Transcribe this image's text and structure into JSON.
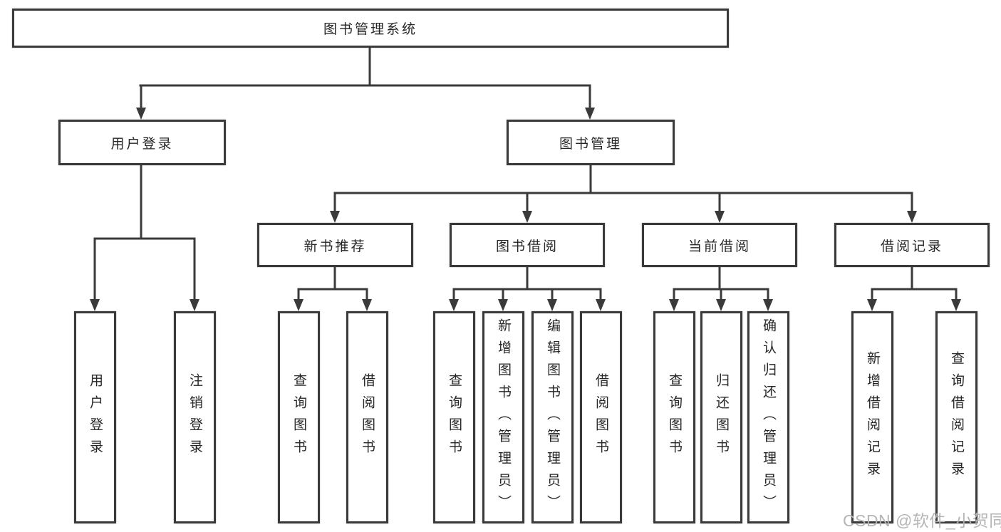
{
  "nodes": {
    "root": {
      "label": "图书管理系统"
    },
    "level2": [
      {
        "id": "user-login",
        "label": "用户登录"
      },
      {
        "id": "book-management",
        "label": "图书管理"
      }
    ],
    "level3": [
      {
        "id": "new-book-recommend",
        "label": "新书推荐",
        "parent": "图书管理"
      },
      {
        "id": "book-borrowing",
        "label": "图书借阅",
        "parent": "图书管理"
      },
      {
        "id": "current-borrowing",
        "label": "当前借阅",
        "parent": "图书管理"
      },
      {
        "id": "borrowing-records",
        "label": "借阅记录",
        "parent": "图书管理"
      }
    ],
    "leaves": [
      {
        "id": "leaf-user-login",
        "label": "用户登录",
        "parent": "用户登录"
      },
      {
        "id": "leaf-logout",
        "label": "注销登录",
        "parent": "用户登录"
      },
      {
        "id": "leaf-rec-query-books",
        "label": "查询图书",
        "parent": "新书推荐"
      },
      {
        "id": "leaf-rec-borrow-books",
        "label": "借阅图书",
        "parent": "新书推荐"
      },
      {
        "id": "leaf-bor-query-books",
        "label": "查询图书",
        "parent": "图书借阅"
      },
      {
        "id": "leaf-bor-add-books-admin",
        "label": "新增图书（管理员）",
        "parent": "图书借阅"
      },
      {
        "id": "leaf-bor-edit-books-admin",
        "label": "编辑图书（管理员）",
        "parent": "图书借阅"
      },
      {
        "id": "leaf-bor-borrow-books",
        "label": "借阅图书",
        "parent": "图书借阅"
      },
      {
        "id": "leaf-cur-query-books",
        "label": "查询图书",
        "parent": "当前借阅"
      },
      {
        "id": "leaf-cur-return-books",
        "label": "归还图书",
        "parent": "当前借阅"
      },
      {
        "id": "leaf-cur-confirm-return-admin",
        "label": "确认归还（管理员）",
        "parent": "当前借阅"
      },
      {
        "id": "leaf-add-borrow-record",
        "label": "新增借阅记录",
        "parent": "借阅记录"
      },
      {
        "id": "leaf-query-borrow-record",
        "label": "查询借阅记录",
        "parent": "借阅记录"
      }
    ]
  },
  "watermark": {
    "text": "CSDN @软件_小贺同学"
  },
  "colors": {
    "line": "#3a3a3a",
    "text": "#262626",
    "box_fill": "#ffffff",
    "watermark": "#b2b2b2",
    "background": "#ffffff"
  }
}
